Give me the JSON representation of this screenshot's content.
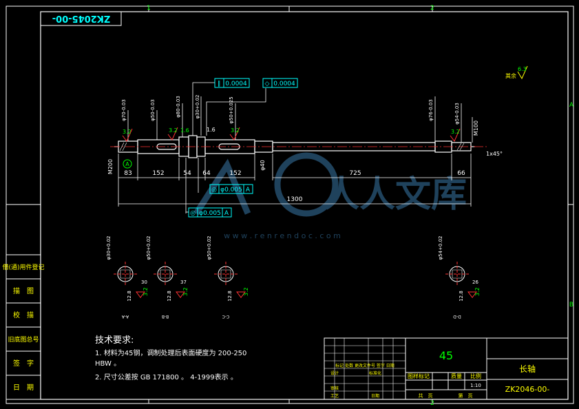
{
  "drawing_number_top": "ZK2045-00-",
  "zone_labels": {
    "col1": "1",
    "col2": "2",
    "rowA": "A",
    "rowB": "B"
  },
  "left_block": [
    "借(通)用件登记",
    "描　图",
    "校　描",
    "旧底图总号",
    "签　字",
    "日　期"
  ],
  "surface_finish_corner": {
    "prefix": "其余",
    "value": "6.3"
  },
  "tolerance_frames": [
    {
      "symbol": "∥",
      "value": "0.0004"
    },
    {
      "symbol": "◇",
      "value": "0.0004"
    },
    {
      "symbol": "◎",
      "value": "φ0.005",
      "datum": "A"
    },
    {
      "symbol": "◎",
      "value": "φ0.005",
      "datum": "A"
    }
  ],
  "dimensions": {
    "lengths": [
      "83",
      "152",
      "54",
      "64",
      "152",
      "725",
      "66",
      "1300"
    ],
    "left_thread": "M200",
    "right_thread": "M100",
    "chamfer": "1x45°",
    "dia_40": "φ40",
    "datum_label": "A",
    "roughness_values": [
      "3.2",
      "3.2",
      "1.6",
      "3.2",
      "3.2"
    ],
    "diameters_top": [
      "φ70-0.03",
      "φ50-0.03",
      "φ80-0.03",
      "φ30+0.02",
      "φ50+0.025",
      "φ76-0.03",
      "φ54-0.03"
    ],
    "small_16": "1.6"
  },
  "sections": [
    {
      "label": "A-A",
      "width": "30",
      "depth": "12.8",
      "ra": "3.2",
      "dia": "φ30+0.02"
    },
    {
      "label": "B-B",
      "width": "37",
      "depth": "12.8",
      "ra": "3.2",
      "dia": "φ50+0.02"
    },
    {
      "label": "C-C",
      "width": "",
      "depth": "12.8",
      "ra": "3.2",
      "dia": "φ50+0.02"
    },
    {
      "label": "D-D",
      "width": "26",
      "depth": "12.8",
      "ra": "3.2",
      "dia": "φ54+0.02"
    }
  ],
  "tech_requirements": {
    "title": "技术要求:",
    "line1": "1. 材料为45钢，调制处理后表面硬度为 200-250",
    "line1b": "HBW 。",
    "line2": "2. 尺寸公差按 GB 171800 。 4-1999表示 。"
  },
  "title_block": {
    "material": "45",
    "part_name": "长轴",
    "drawing_number": "ZK2046-00-",
    "stage_label": "图样标记",
    "weight_label": "质量",
    "scale_label": "比例",
    "scale": "1:10",
    "sheet_total": "共　页",
    "sheet_no": "第　页",
    "row_marks": "标记 处数 更改文件号 签字 日期",
    "designer": "设计",
    "standard": "标准化",
    "reviewer": "审核",
    "process": "工艺",
    "date": "日期"
  },
  "watermark": {
    "text": "人人文库",
    "url": "w w w . r e n r e n d o c . c o m"
  }
}
